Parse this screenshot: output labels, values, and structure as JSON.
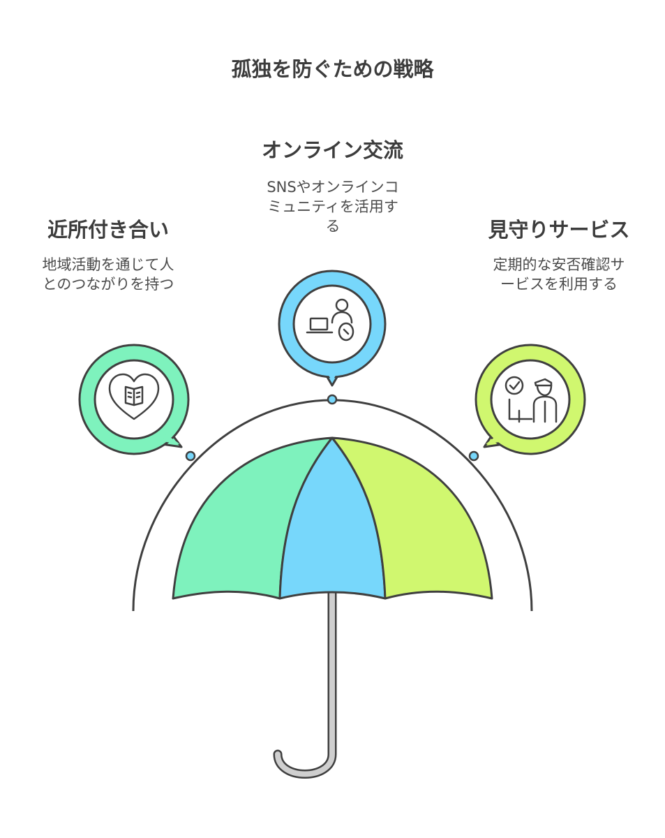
{
  "title": "孤独を防ぐための戦略",
  "items": [
    {
      "heading": "近所付き合い",
      "description_lines": [
        "地域活動を通じて人",
        "とのつながりを持つ"
      ],
      "color": "#7ef2bd",
      "icon": "heart-book-icon"
    },
    {
      "heading": "オンライン交流",
      "description_lines": [
        "SNSやオンラインコ",
        "ミュニティを活用す",
        "る"
      ],
      "color": "#77d7fb",
      "icon": "laptop-user-chat-icon"
    },
    {
      "heading": "見守りサービス",
      "description_lines": [
        "定期的な安否確認サ",
        "ービスを利用する"
      ],
      "color": "#d0f76f",
      "icon": "checkmark-guard-icon"
    }
  ],
  "colors": {
    "outline": "#3f3f3f",
    "handle": "#cfcfcf",
    "text": "#3c3c3c"
  }
}
